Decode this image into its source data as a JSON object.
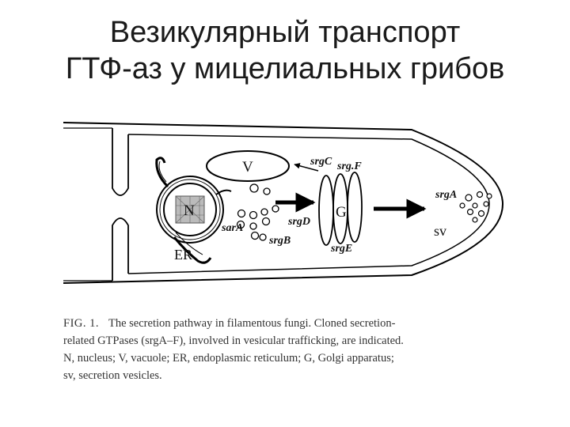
{
  "title": {
    "line1": "Везикулярный транспорт",
    "line2": "ГТФ-аз у мицелиальных грибов"
  },
  "diagram": {
    "labels": {
      "vacuole": "V",
      "nucleus": "N",
      "er": "ER",
      "golgi": "G",
      "sv": "sv",
      "sarA": "sarA",
      "srgA": "srgA",
      "srgB": "srgB",
      "srgC": "srgC",
      "srgD": "srgD",
      "srgE": "srgE",
      "srgF": "srg.F"
    }
  },
  "caption": {
    "fig_no": "FIG. 1.",
    "line1": "The secretion pathway in filamentous fungi. Cloned secretion-",
    "line2": "related GTPases (srgA–F), involved in vesicular trafficking, are indicated.",
    "line3": "N, nucleus; V, vacuole; ER, endoplasmic reticulum; G, Golgi apparatus;",
    "line4": "sv, secretion vesicles."
  }
}
